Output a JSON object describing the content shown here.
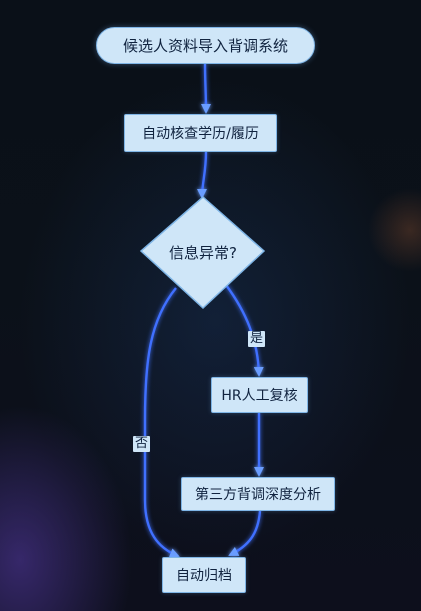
{
  "flowchart": {
    "nodes": {
      "start": "候选人资料导入背调系统",
      "check": "自动核查学历/履历",
      "decision": "信息异常?",
      "hr": "HR人工复核",
      "third_party": "第三方背调深度分析",
      "archive": "自动归档"
    },
    "edge_labels": {
      "yes": "是",
      "no": "否"
    },
    "edges": [
      {
        "from": "start",
        "to": "check"
      },
      {
        "from": "check",
        "to": "decision"
      },
      {
        "from": "decision",
        "to": "hr",
        "label": "yes"
      },
      {
        "from": "hr",
        "to": "third_party"
      },
      {
        "from": "third_party",
        "to": "archive"
      },
      {
        "from": "decision",
        "to": "archive",
        "label": "no"
      }
    ]
  },
  "colors": {
    "background": "#0b1119",
    "node_fill": "#cfe6f8",
    "node_border": "#7fb5e6",
    "node_text": "#10233f",
    "edge": "#3f6fff"
  }
}
